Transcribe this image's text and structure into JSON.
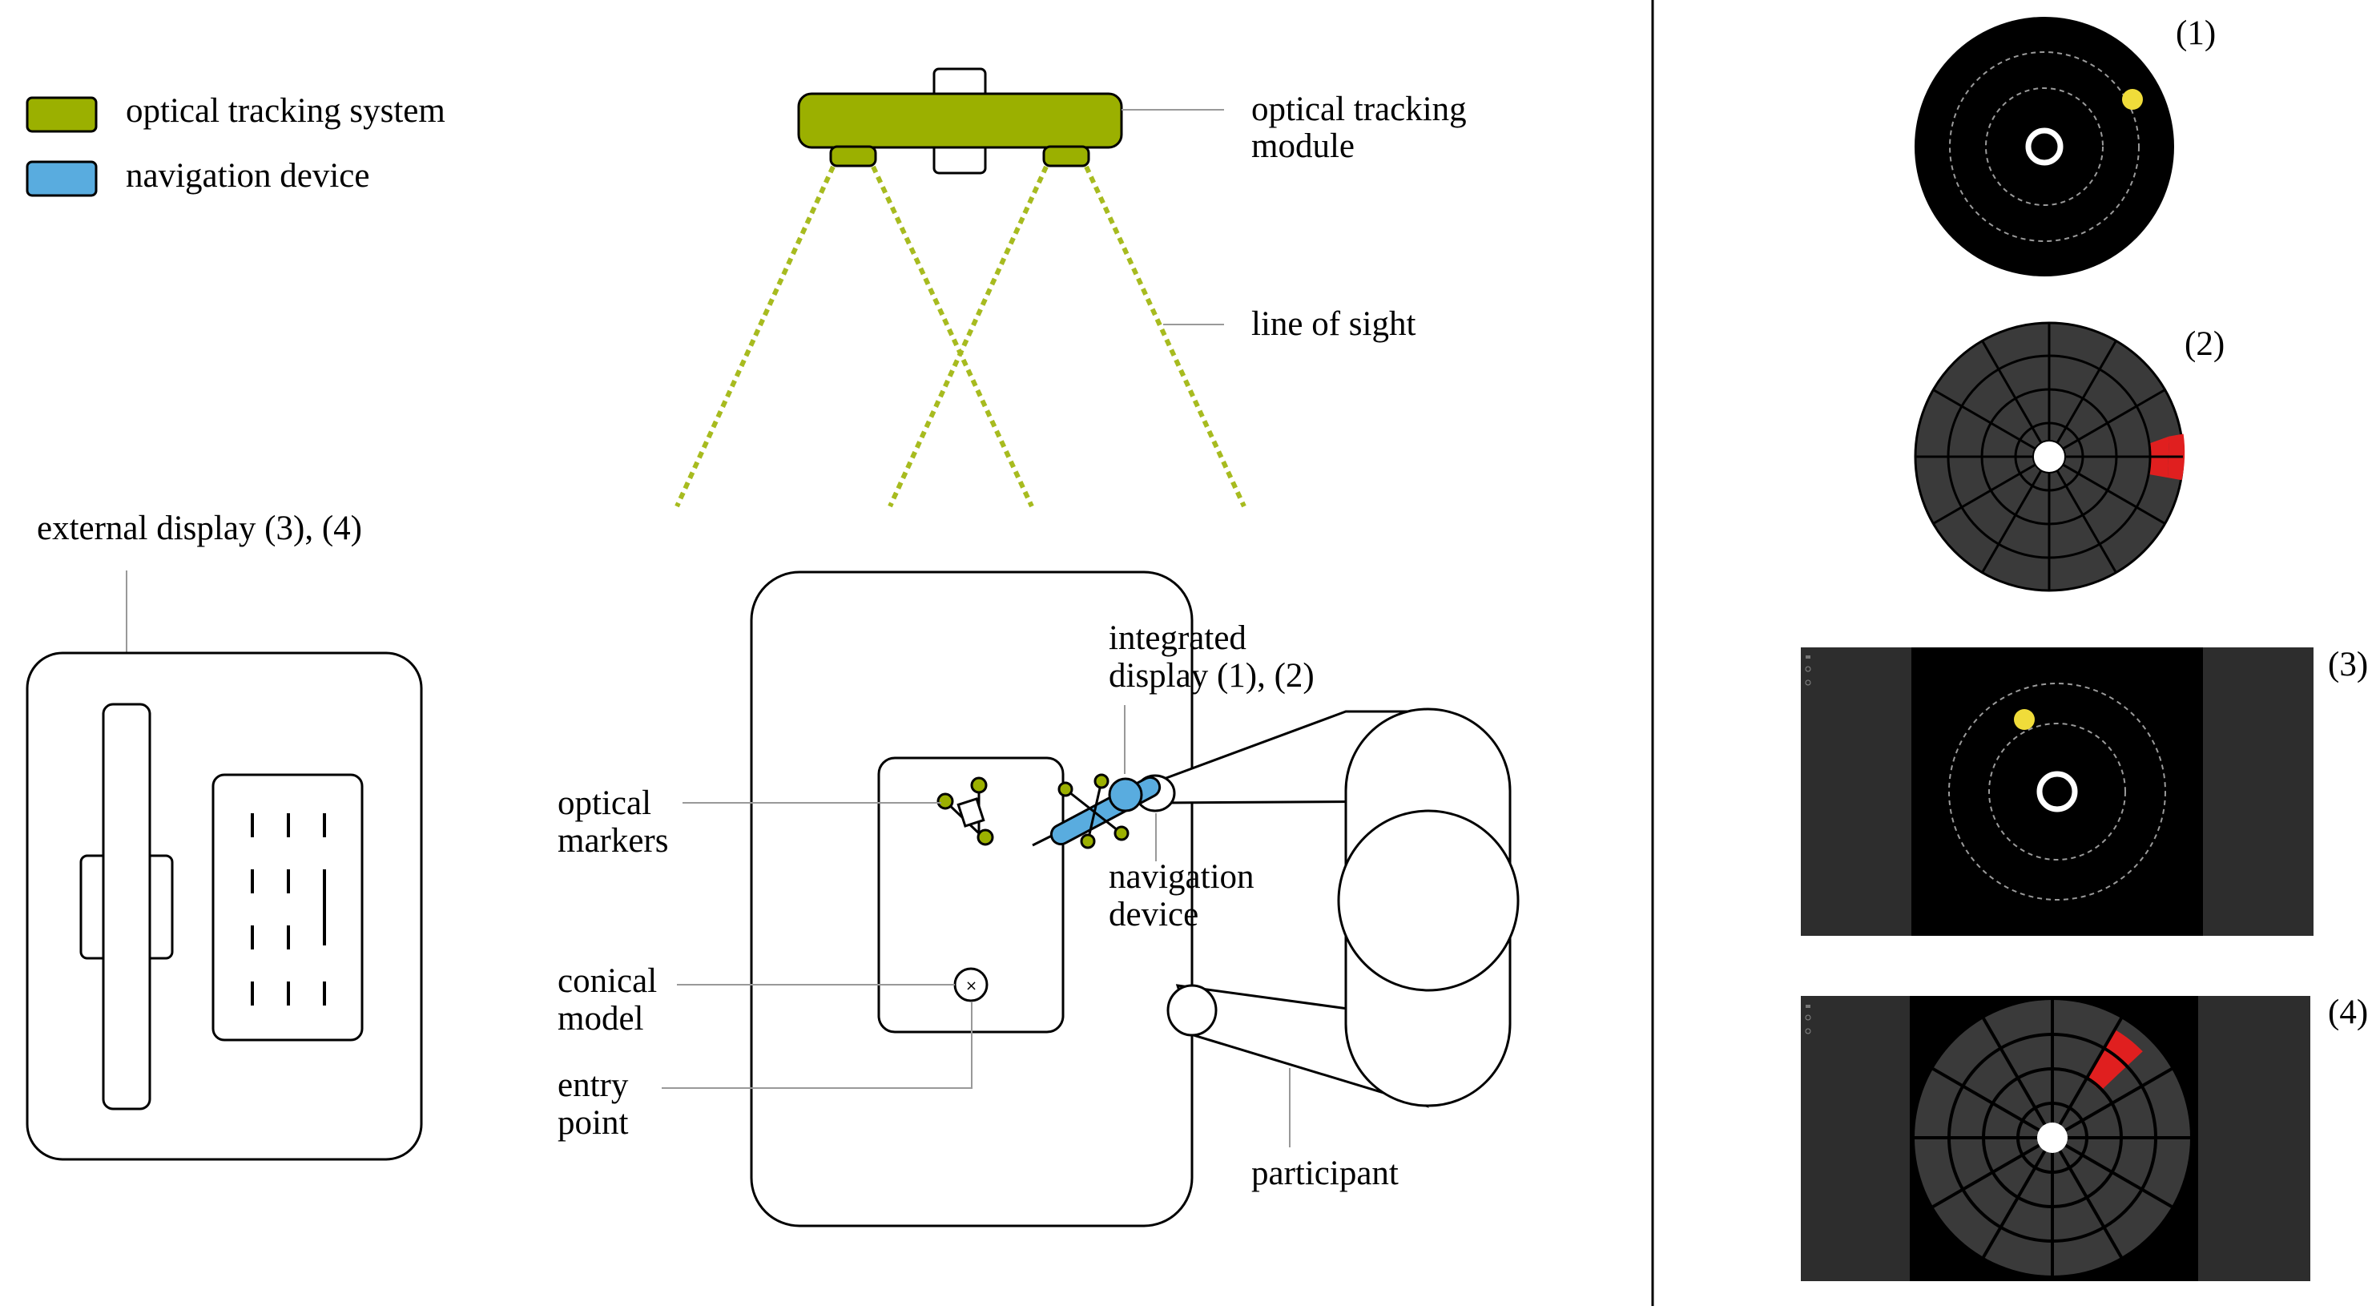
{
  "legend": {
    "items": [
      {
        "label": "optical tracking system",
        "color": "#9bb000"
      },
      {
        "label": "navigation device",
        "color": "#59acdf"
      }
    ]
  },
  "labels": {
    "optical_tracking_module": [
      "optical tracking",
      "module"
    ],
    "line_of_sight": "line of sight",
    "external_display": "external display (3), (4)",
    "integrated_display": [
      "integrated",
      "display (1), (2)"
    ],
    "optical_markers": [
      "optical",
      "markers"
    ],
    "navigation_device": [
      "navigation",
      "device"
    ],
    "conical_model": [
      "conical",
      "model"
    ],
    "entry_point": [
      "entry",
      "point"
    ],
    "participant": "participant"
  },
  "panels": {
    "p1": "(1)",
    "p2": "(2)",
    "p3": "(3)",
    "p4": "(4)"
  },
  "colors": {
    "tracking_green": "#9bb000",
    "device_blue": "#59acdf",
    "sight_line": "#a7bb1f",
    "target_yellow": "#f0dc3a",
    "sector_red": "#e01f1f",
    "display_bg": "#000000",
    "polar_gray": "#3a3a3a",
    "side_panel": "#2d2d2d"
  }
}
